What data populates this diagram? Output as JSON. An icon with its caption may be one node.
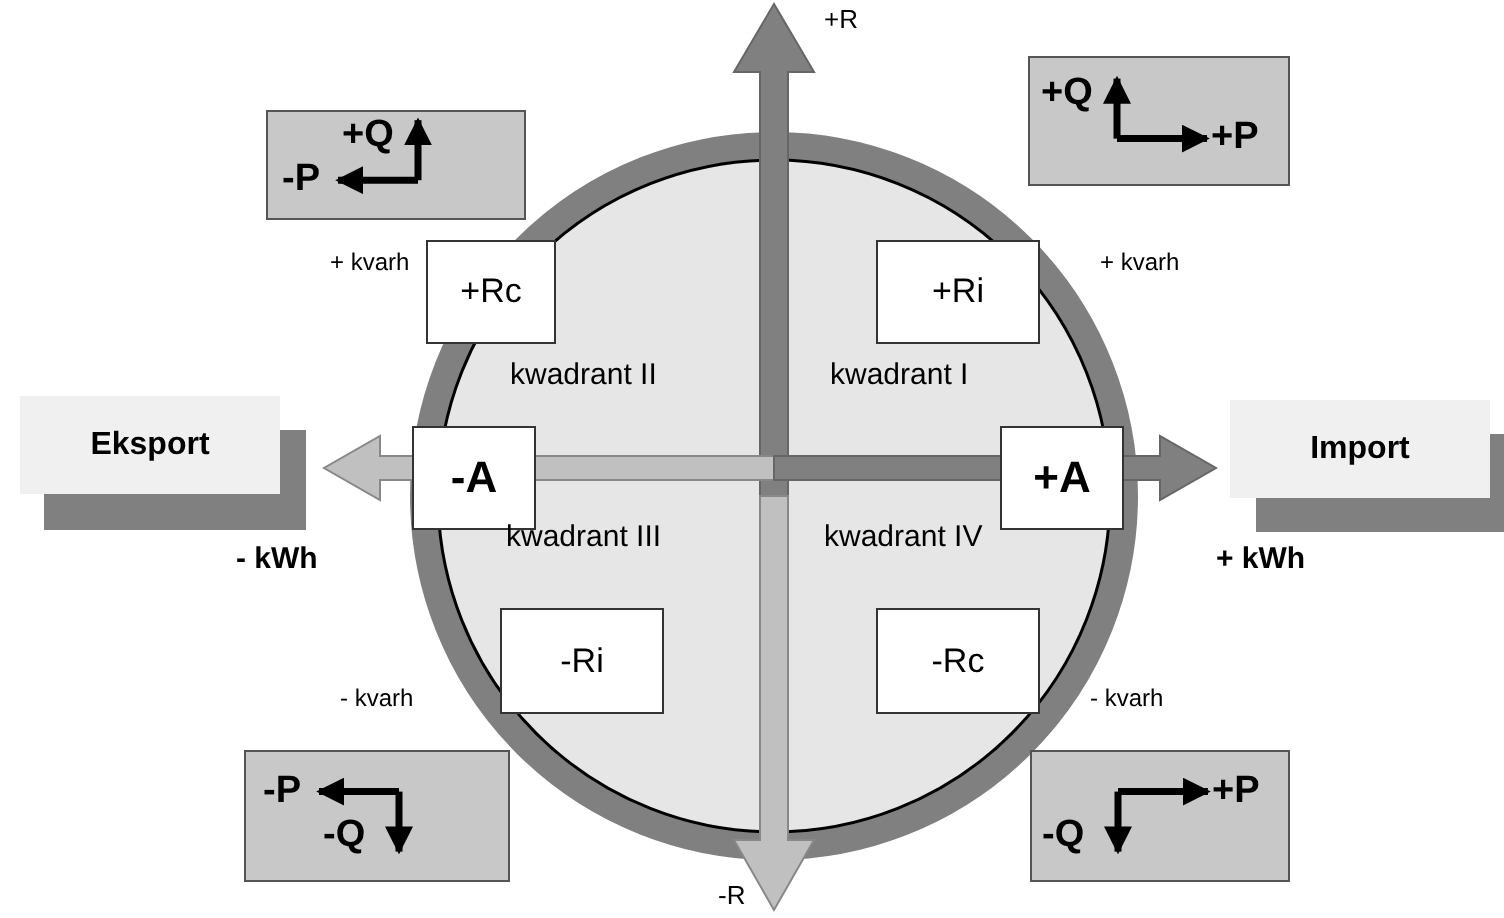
{
  "diagram": {
    "nodes": [
      {
        "text": [
          "+Q",
          "-P"
        ]
      },
      {
        "text": [
          "+Q",
          "+P"
        ]
      },
      {
        "text": [
          "+Rc"
        ]
      },
      {
        "text": [
          "+Ri"
        ]
      },
      {
        "text": [
          "Eksport"
        ]
      },
      {
        "text": [
          "-A"
        ]
      },
      {
        "text": [
          "+A"
        ]
      },
      {
        "text": [
          "Import"
        ]
      },
      {
        "text": [
          "-Ri"
        ]
      },
      {
        "text": [
          "-Rc"
        ]
      },
      {
        "text": [
          "-P",
          "-Q"
        ]
      },
      {
        "text": [
          "+P",
          "-Q"
        ]
      }
    ],
    "labels": [
      "+R",
      "+ kvarh",
      "+ kvarh",
      "kwadrant II",
      "kwadrant I",
      "- kWh",
      "kwadrant III",
      "kwadrant IV",
      "+ kWh",
      "- kvarh",
      "- kvarh",
      "-R"
    ]
  }
}
